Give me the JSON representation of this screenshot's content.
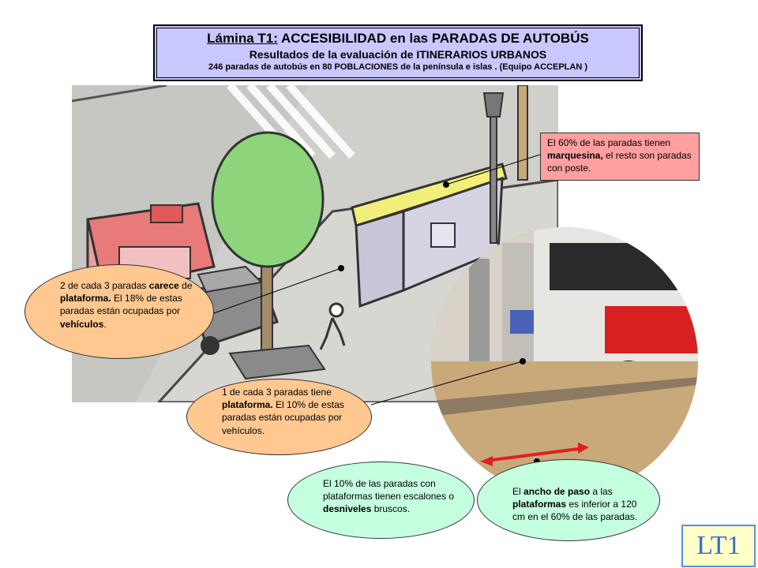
{
  "header": {
    "title_prefix": "Lámina T1:",
    "title_main": "ACCESIBILIDAD en las PARADAS DE AUTOBÚS",
    "subtitle": "Resultados de la evaluación de ITINERARIOS URBANOS",
    "note": "246 paradas de autobús en 80 POBLACIONES de la península e islas . (Equipo ACCEPLAN )"
  },
  "callouts": {
    "marquesina": {
      "a": "El 60%  de las paradas tienen ",
      "b": "marquesina,",
      "c": " el resto son paradas con poste."
    },
    "sin_plataforma": {
      "a": "2 de cada 3 paradas ",
      "b": "carece",
      "c": " de ",
      "d": "plataforma.",
      "e": " El 18%  de estas paradas están ocupadas por ",
      "f": "vehículos",
      "g": "."
    },
    "con_plataforma": {
      "a": "1 de cada 3 paradas tiene ",
      "b": "plataforma.",
      "c": "  El 10% de estas paradas están ocupadas por vehículos."
    },
    "escalones": {
      "a": "El 10%  de las paradas con plataformas tienen escalones o ",
      "b": "desniveles",
      "c": " bruscos."
    },
    "ancho": {
      "a": "El ",
      "b": "ancho de  paso",
      "c": " a las ",
      "d": "plataformas",
      "e": "  es inferior a 120  cm en el 60%  de las paradas."
    }
  },
  "badge": "LT1",
  "colors": {
    "title_bg": "#c8c8ff",
    "pink": "#ff9f9f",
    "orange": "#ffc890",
    "mint": "#c4ffe0",
    "badge_bg": "#ffffc8"
  }
}
